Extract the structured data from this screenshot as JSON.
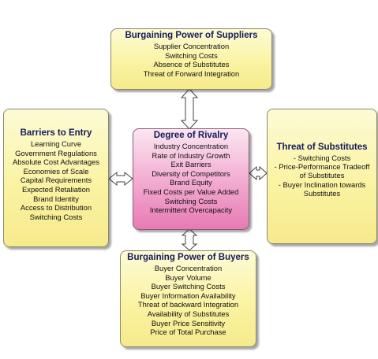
{
  "suppliers": {
    "title": "Burgaining Power of Suppliers",
    "items": [
      "Supplier Concentration",
      "Switching Costs",
      "Absence of Substitutes",
      "Threat of Forward Integration"
    ]
  },
  "barriers": {
    "title": "Barriers to Entry",
    "items": [
      "Learning Curve",
      "Government Regulations",
      "Absolute Cost Advantages",
      "Economies of Scale",
      "Capital Requirements",
      "Expected Retaliation",
      "Brand Identity",
      "Access to Distribution",
      "Switching Costs"
    ]
  },
  "rivalry": {
    "title": "Degree of Rivalry",
    "items": [
      "Industry Concentration",
      "Rate of Industry Growth",
      "Exit Barriers",
      "Diversity of Competitors",
      "Brand Equity",
      "Fixed Costs per Value Added",
      "Switching Costs",
      "Intermittent Overcapacity"
    ]
  },
  "substitutes": {
    "title": "Threat of Substitutes",
    "items": [
      "- Switching Costs",
      "- Price-Performance Tradeoff",
      "of Substitutes",
      "- Buyer Inclination towards",
      "Substitutes"
    ]
  },
  "buyers": {
    "title": "Burgaining Power of Buyers",
    "items": [
      "Buyer Concentration",
      "Buyer Volume",
      "Buyer Switching Costs",
      "Buyer Information Availability",
      "Threat of backward Integration",
      "Availability of Substitutes",
      "Buyer Price Sensitivity",
      "Price of Total Purchase"
    ]
  },
  "colors": {
    "outer_box_fill": "#fbf3a3",
    "center_box_fill": "#f2a9cf",
    "title_text": "#141a5a"
  }
}
